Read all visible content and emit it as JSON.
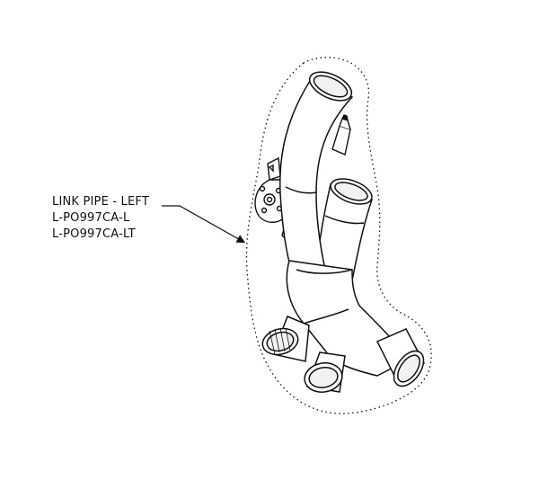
{
  "callout": {
    "name": "LINK PIPE - LEFT",
    "code_1": "L-PO997CA-L",
    "code_2": "L-PO997CA-LT"
  },
  "colors": {
    "line": "#111111",
    "fill": "#ffffff",
    "shade": "#f2f2f2"
  }
}
